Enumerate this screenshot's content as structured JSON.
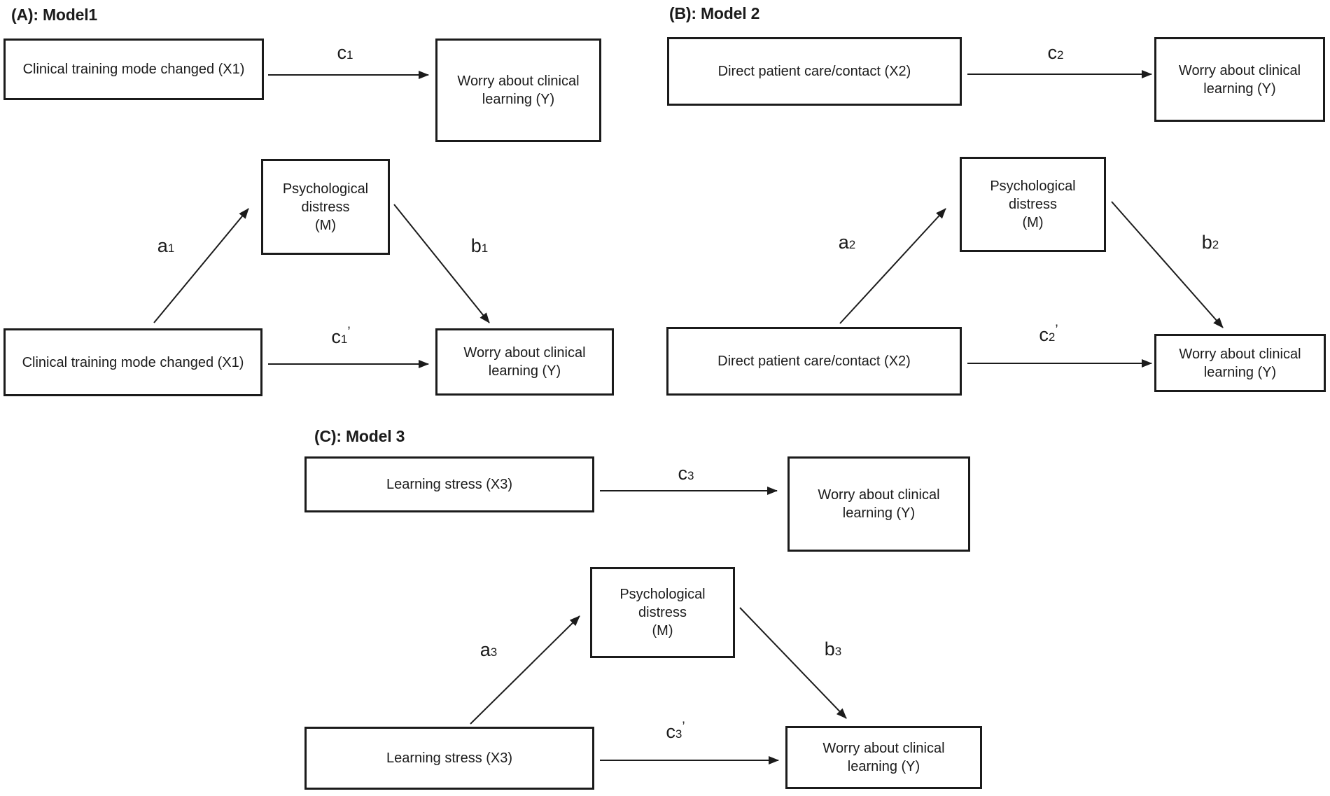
{
  "figure": {
    "background": "#ffffff",
    "ink": "#1b1b1b",
    "models": [
      {
        "id": "A",
        "title": "(A): Model1",
        "x_label": "Clinical training mode changed (X1)",
        "y_lines": [
          "Worry about clinical",
          "learning (Y)"
        ],
        "m_lines": [
          "Psychological",
          "distress",
          "(M)"
        ],
        "paths": {
          "c": {
            "letter": "c",
            "sub": "1",
            "prime": ""
          },
          "a": {
            "letter": "a",
            "sub": "1",
            "prime": ""
          },
          "b": {
            "letter": "b",
            "sub": "1",
            "prime": ""
          },
          "c_prime": {
            "letter": "c",
            "sub": "1",
            "prime": "’"
          }
        }
      },
      {
        "id": "B",
        "title": "(B): Model 2",
        "x_label": "Direct patient care/contact (X2)",
        "y_lines": [
          "Worry about clinical",
          "learning (Y)"
        ],
        "m_lines": [
          "Psychological",
          "distress",
          "(M)"
        ],
        "paths": {
          "c": {
            "letter": "c",
            "sub": "2",
            "prime": ""
          },
          "a": {
            "letter": "a",
            "sub": "2",
            "prime": ""
          },
          "b": {
            "letter": "b",
            "sub": "2",
            "prime": ""
          },
          "c_prime": {
            "letter": "c",
            "sub": "2",
            "prime": "’"
          }
        }
      },
      {
        "id": "C",
        "title": "(C): Model 3",
        "x_label": "Learning stress (X3)",
        "y_lines": [
          "Worry about clinical",
          "learning (Y)"
        ],
        "m_lines": [
          "Psychological",
          "distress",
          "(M)"
        ],
        "paths": {
          "c": {
            "letter": "c",
            "sub": "3",
            "prime": ""
          },
          "a": {
            "letter": "a",
            "sub": "3",
            "prime": ""
          },
          "b": {
            "letter": "b",
            "sub": "3",
            "prime": ""
          },
          "c_prime": {
            "letter": "c",
            "sub": "3",
            "prime": "’"
          }
        }
      }
    ]
  }
}
